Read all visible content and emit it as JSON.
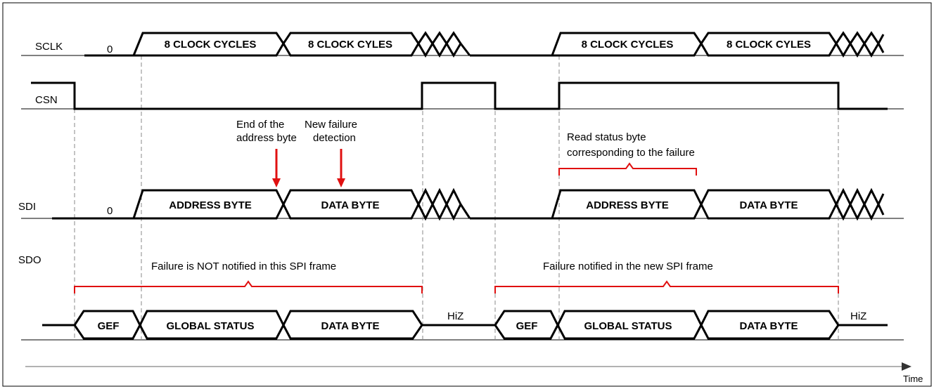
{
  "signals": {
    "sclk": "SCLK",
    "csn": "CSN",
    "sdi": "SDI",
    "sdo": "SDO"
  },
  "idle_zero": "0",
  "sclk_boxes": [
    "8 CLOCK CYCLES",
    "8 CLOCK CYLES",
    "8 CLOCK CYCLES",
    "8 CLOCK CYLES"
  ],
  "sdi_boxes": [
    "ADDRESS BYTE",
    "DATA BYTE",
    "ADDRESS BYTE",
    "DATA BYTE"
  ],
  "sdo_boxes": [
    "GEF",
    "GLOBAL STATUS",
    "DATA BYTE",
    "GEF",
    "GLOBAL STATUS",
    "DATA BYTE"
  ],
  "hiz": "HiZ",
  "annotations": {
    "end_addr": [
      "End of the",
      "address byte"
    ],
    "new_failure": [
      "New failure",
      "detection"
    ],
    "read_status": [
      "Read status byte",
      "corresponding to the failure"
    ],
    "not_notified": "Failure is NOT notified in this SPI frame",
    "notified": "Failure notified in the new SPI frame"
  },
  "time_axis_label": "Time",
  "colors": {
    "annotation": "#e01010",
    "guide": "#8a8a8a",
    "line": "#000000"
  }
}
